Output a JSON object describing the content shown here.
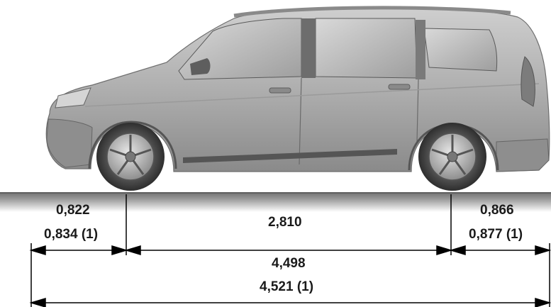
{
  "diagram": {
    "front_overhang": "0,822",
    "front_overhang_alt": "0,834 (1)",
    "wheelbase": "2,810",
    "rear_overhang": "0,866",
    "rear_overhang_alt": "0,877 (1)",
    "overall_length": "4,498",
    "overall_length_alt": "4,521 (1)"
  },
  "colors": {
    "car_body": "#a9a9a9",
    "ground_shadow": "#8c8c8c",
    "dimension_lines": "#000000"
  }
}
